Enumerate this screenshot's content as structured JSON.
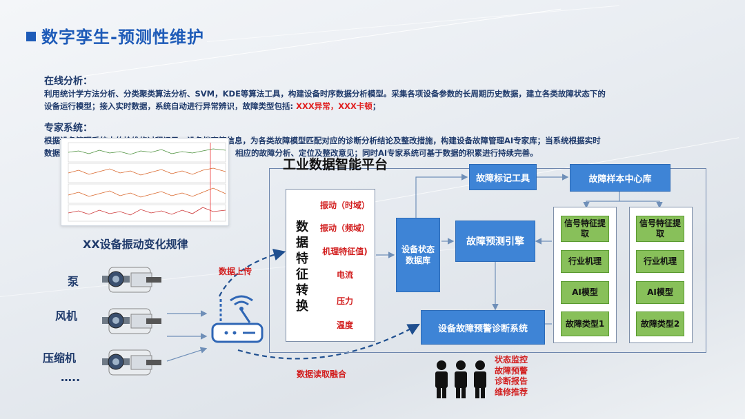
{
  "title": "数字孪生-预测性维护",
  "online": {
    "heading": "在线分析：",
    "line1": "利用统计学方法分析、分类聚类算法分析、SVM，KDE等算法工具，构建设备时序数据分析模型。采集各项设备参数的长周期历史数据，建立各类故障状态下的",
    "line2_prefix": "设备运行模型；接入实时数据，系统自动进行异常辨识，故障类型包括: ",
    "line2_red": "XXX异常，XXX卡顿",
    "line2_suffix": "；"
  },
  "expert": {
    "heading": "专家系统：",
    "line1": "根据设备管理系统中的检维修过程记录、设备档案等信息，为各类故障模型匹配对应的诊断分析结论及整改措施，构建设备故障管理AI专家库；当系统根据实时",
    "line2_prefix": "数据",
    "line2_suffix": "相应的故障分析、定位及整改意见；同时AI专家系统可基于数据的积累进行持续完善。"
  },
  "chart_caption": "XX设备振动变化规律",
  "equipment": [
    "泵",
    "风机",
    "压缩机",
    "….."
  ],
  "flow_labels": {
    "upload": "数据上传",
    "read": "数据读取融合"
  },
  "platform": {
    "title": "工业数据智能平台",
    "feature_title_chars": [
      "数",
      "据",
      "特",
      "征",
      "转",
      "换"
    ],
    "features": [
      "振动（时域）",
      "振动（频域）",
      "机理特征值)",
      "电流",
      "压力",
      "温度"
    ],
    "state_db": "设备状态数据库",
    "fault_mark_tool": "故障标记工具",
    "fault_sample_lib": "故障样本中心库",
    "predict_engine": "故障预测引擎",
    "warn_system": "设备故障预警诊断系统",
    "columns": [
      [
        "信号特征提取",
        "行业机理",
        "AI模型",
        "故障类型1"
      ],
      [
        "信号特征提取",
        "行业机理",
        "AI模型",
        "故障类型2"
      ]
    ]
  },
  "outputs": [
    "状态监控",
    "故障预警",
    "诊断报告",
    "维修推荐"
  ],
  "colors": {
    "title_blue": "#1e5bb8",
    "box_blue": "#3e84d6",
    "box_green": "#88c05a",
    "text_red": "#d21e1e",
    "dash_blue": "#1f4f8f"
  }
}
